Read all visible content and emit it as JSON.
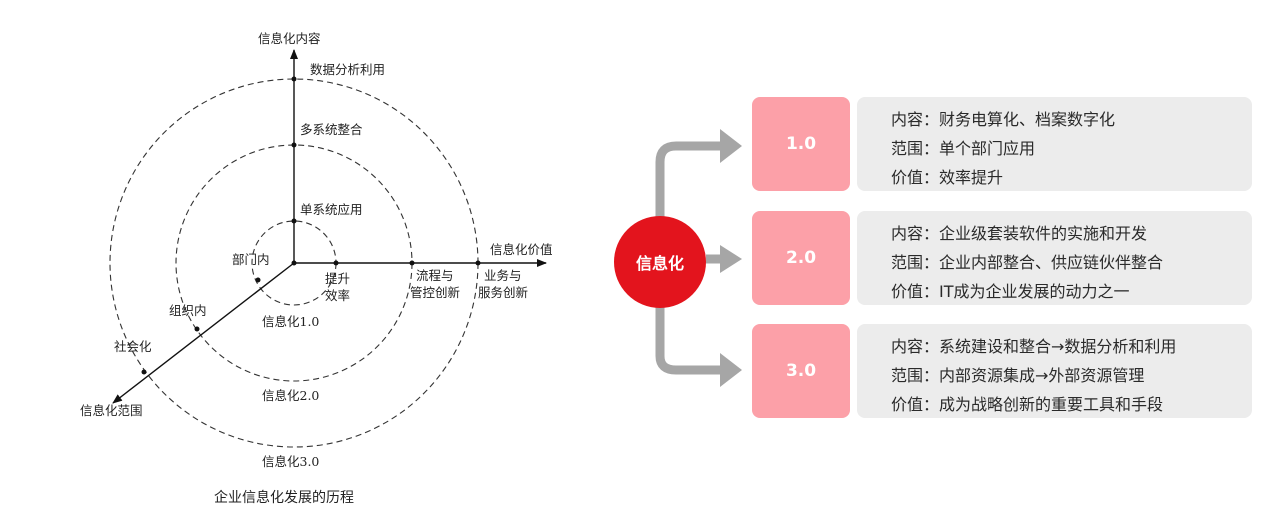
{
  "left_diagram": {
    "axis_content": "信息化内容",
    "axis_value": "信息化价值",
    "axis_scope": "信息化范围",
    "content_points": [
      "单系统应用",
      "多系统整合",
      "数据分析利用"
    ],
    "value_points": [
      [
        "提升",
        "效率"
      ],
      [
        "流程与",
        "管控创新"
      ],
      [
        "业务与",
        "服务创新"
      ]
    ],
    "scope_points": [
      "部门内",
      "组织内",
      "社会化"
    ],
    "stage_labels": [
      "信息化1.0",
      "信息化2.0",
      "信息化3.0"
    ],
    "caption": "企业信息化发展的历程"
  },
  "right_diagram": {
    "center_label": "信息化",
    "versions": [
      {
        "version": "1.0",
        "lines": [
          "内容：财务电算化、档案数字化",
          "范围：单个部门应用",
          "价值：效率提升"
        ]
      },
      {
        "version": "2.0",
        "lines": [
          "内容：企业级套装软件的实施和开发",
          "范围：企业内部整合、供应链伙伴整合",
          "价值：IT成为企业发展的动力之一"
        ]
      },
      {
        "version": "3.0",
        "lines": [
          "内容：系统建设和整合→数据分析和利用",
          "范围：内部资源集成→外部资源管理",
          "价值：成为战略创新的重要工具和手段"
        ]
      }
    ],
    "colors": {
      "center": "#e3141d",
      "version_box": "#fca0a8",
      "desc_box": "#ececec",
      "arrow": "#a6a6a6"
    }
  }
}
